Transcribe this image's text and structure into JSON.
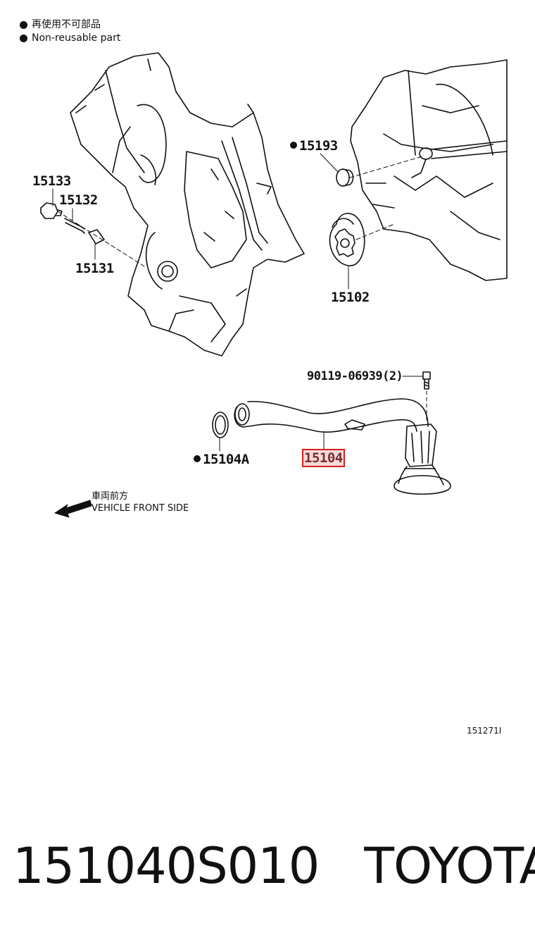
{
  "legend": {
    "japanese": "再使用不可部品",
    "english": "Non-reusable part"
  },
  "parts": {
    "p15193": "15193",
    "p15133": "15133",
    "p15132": "15132",
    "p15131": "15131",
    "p15102": "15102",
    "p90119": "90119-06939(2)",
    "p15104A": "15104A",
    "p15104": "15104"
  },
  "direction": {
    "japanese": "車両前方",
    "english": "VEHICLE FRONT SIDE"
  },
  "reference_code": "151271I",
  "footer": {
    "part_number": "151040S010",
    "brand": "TOYOTA"
  },
  "colors": {
    "highlight_border": "#d92020",
    "highlight_fill": "#f6d9d9"
  }
}
